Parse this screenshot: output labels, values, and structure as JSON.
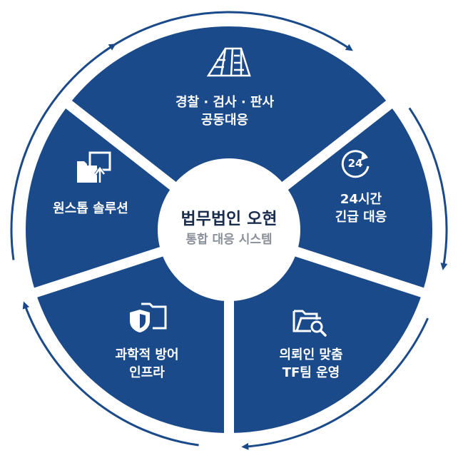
{
  "center": {
    "title": "법무법인 오현",
    "subtitle": "통합 대응 시스템"
  },
  "segments": [
    {
      "id": "police",
      "icon": "building-icon",
      "lines": [
        "경찰 · 검사 · 판사",
        "공동대응"
      ]
    },
    {
      "id": "response",
      "icon": "24h-clock-icon",
      "lines": [
        "24시간",
        "긴급 대응"
      ]
    },
    {
      "id": "tf",
      "icon": "folder-search-icon",
      "lines": [
        "의뢰인 맞춤",
        "TF팀 운영"
      ]
    },
    {
      "id": "defense",
      "icon": "shield-folder-icon",
      "lines": [
        "과학적 방어",
        "인프라"
      ]
    },
    {
      "id": "onestop",
      "icon": "upload-window-icon",
      "lines": [
        "원스톱 솔루션"
      ]
    }
  ],
  "colors": {
    "segment": "#1a4a8a",
    "ring": "#1a4a8a",
    "center_title": "#1b2d4f",
    "center_subtitle": "#8a8f99",
    "icon": "#ffffff"
  }
}
